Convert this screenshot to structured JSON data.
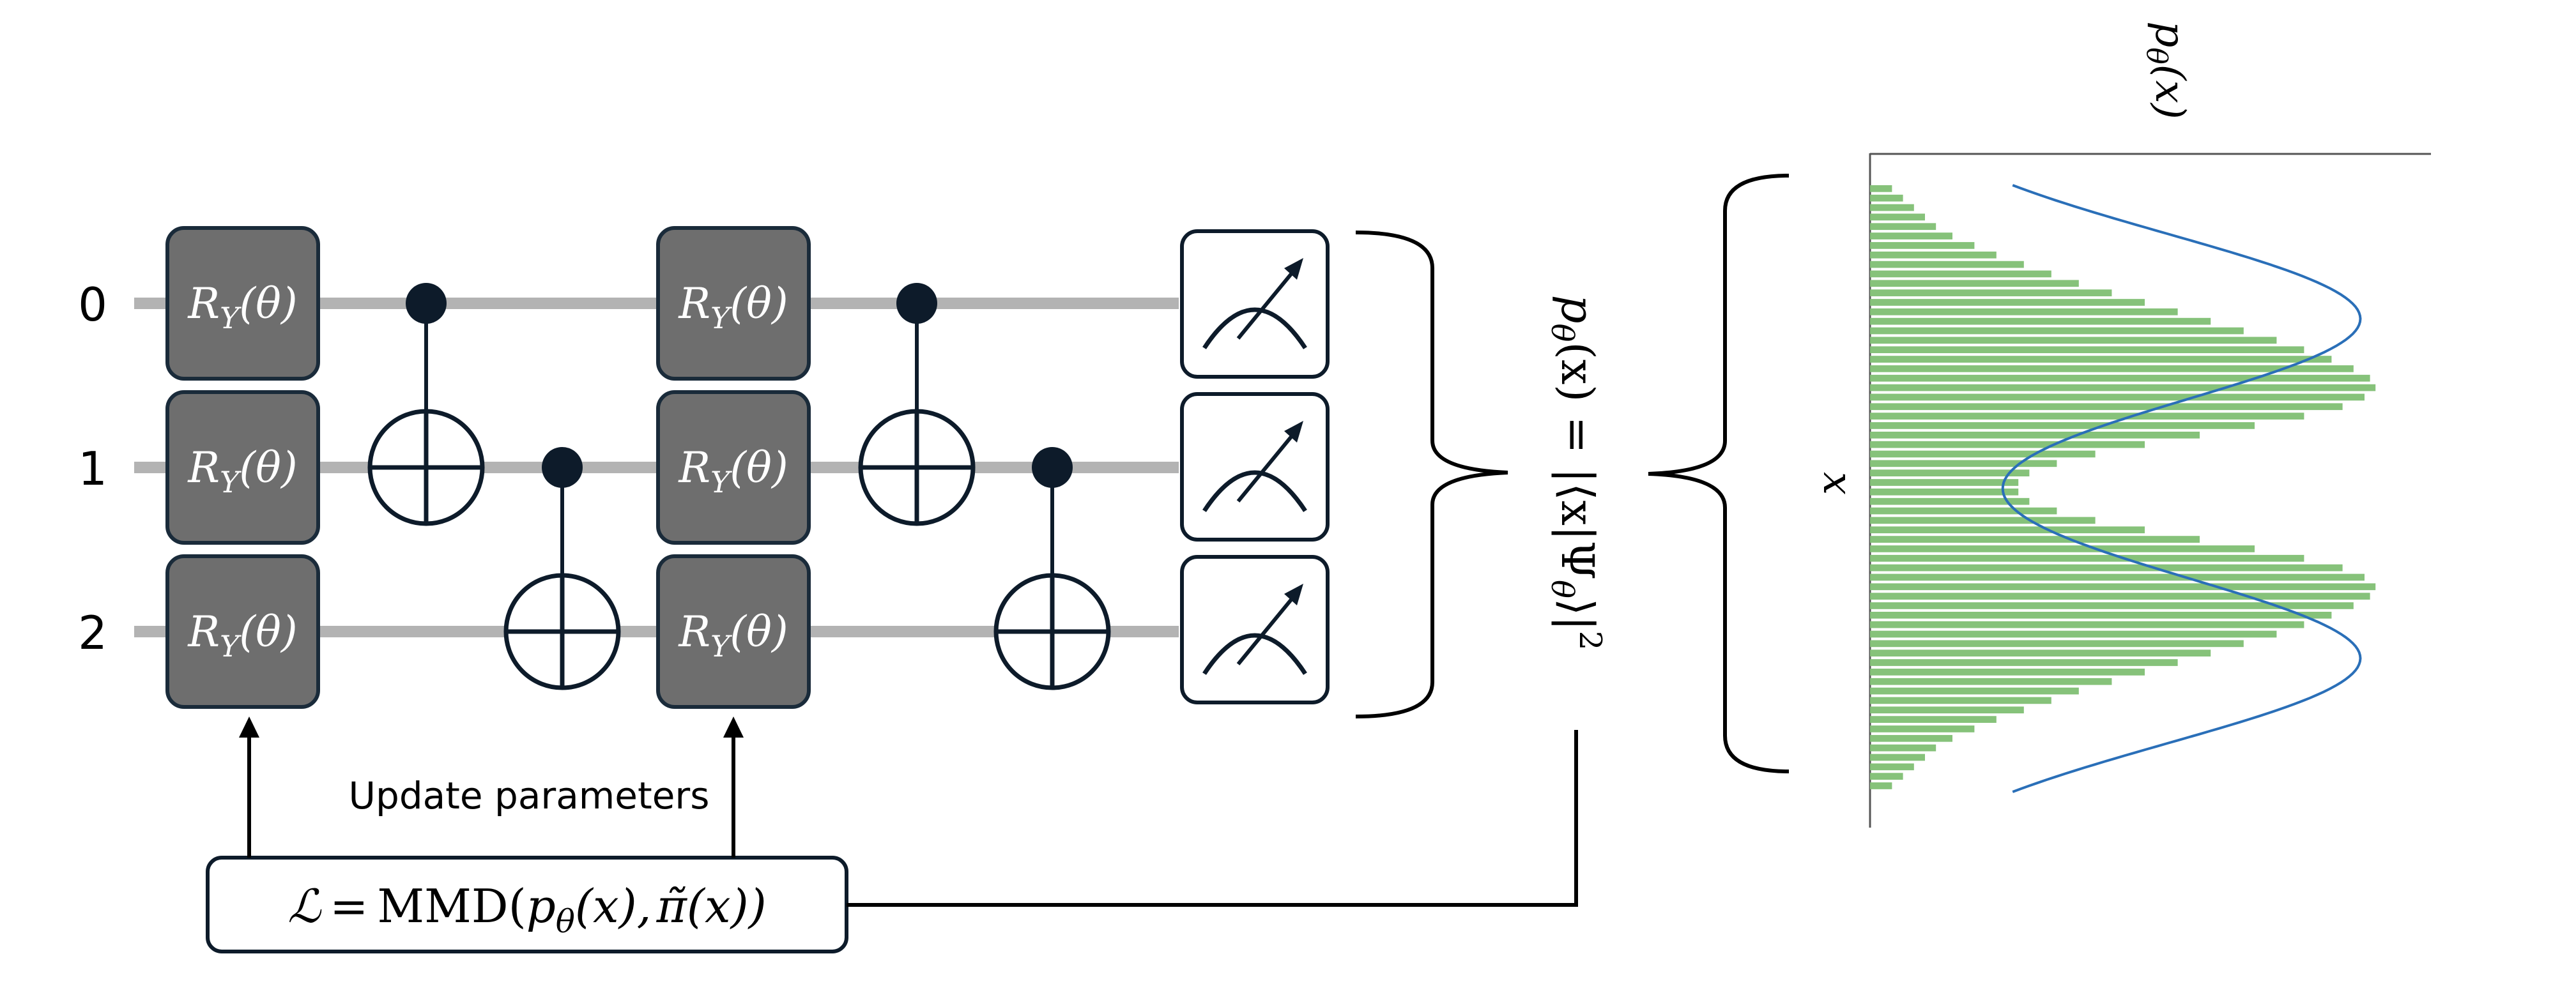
{
  "circuit": {
    "qubits": [
      "0",
      "1",
      "2"
    ],
    "gate_label": "R_Y(θ)",
    "gate_base": "R",
    "gate_sub": "Y",
    "gate_arg": "(θ)",
    "update_label": "Update parameters",
    "loss": {
      "script_L": "ℒ",
      "eq": "=",
      "mmd": "MMD(",
      "p": "p",
      "p_sub": "θ",
      "px": "(x),",
      "pi": "π̃",
      "pix": "(x))"
    },
    "prob_label": {
      "p": "p",
      "p_sub": "θ",
      "rest": "(x) = |⟨x|Ψ",
      "psi_sub": "θ",
      "close": "⟩|",
      "sq": "2"
    }
  },
  "chart_data": {
    "type": "bar",
    "orientation": "horizontal",
    "xlabel": "pθ(x)",
    "ylabel": "x",
    "description_colors": {
      "bars": "#86c27a",
      "curve": "#2a6fb8"
    },
    "n_bins": 64,
    "values": [
      0.04,
      0.06,
      0.08,
      0.1,
      0.12,
      0.15,
      0.19,
      0.23,
      0.28,
      0.33,
      0.38,
      0.44,
      0.5,
      0.56,
      0.62,
      0.68,
      0.74,
      0.79,
      0.84,
      0.88,
      0.91,
      0.92,
      0.9,
      0.86,
      0.79,
      0.7,
      0.6,
      0.5,
      0.41,
      0.34,
      0.29,
      0.27,
      0.27,
      0.29,
      0.34,
      0.41,
      0.5,
      0.6,
      0.7,
      0.79,
      0.86,
      0.9,
      0.92,
      0.91,
      0.88,
      0.84,
      0.79,
      0.74,
      0.68,
      0.62,
      0.56,
      0.5,
      0.44,
      0.38,
      0.33,
      0.28,
      0.23,
      0.19,
      0.15,
      0.12,
      0.1,
      0.08,
      0.06,
      0.04
    ],
    "curve": {
      "components": [
        {
          "mean": 0.22,
          "sd": 0.14,
          "weight": 0.5
        },
        {
          "mean": 0.78,
          "sd": 0.14,
          "weight": 0.5
        }
      ]
    },
    "grid": false
  }
}
